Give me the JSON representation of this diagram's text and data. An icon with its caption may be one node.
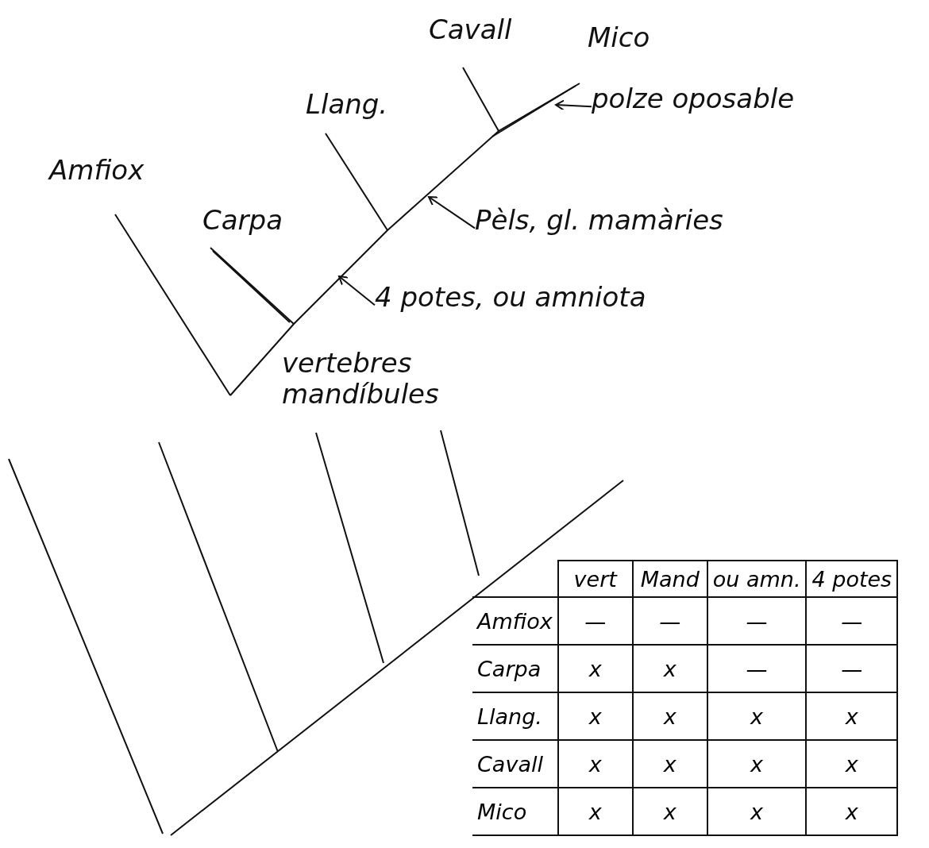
{
  "diagram": {
    "nodes": [
      {
        "text": [
          "polze oposable"
        ]
      },
      {
        "text": [
          "Pèls, gl. mamàries"
        ]
      },
      {
        "text": [
          "4 potes, ou amniota"
        ]
      }
    ],
    "edges": [
      {
        "from": 0,
        "to": null,
        "arrow": "to"
      },
      {
        "from": 1,
        "to": null,
        "arrow": "to"
      },
      {
        "from": 2,
        "to": null,
        "arrow": "to"
      }
    ],
    "labels": [
      "Cavall",
      "Mico",
      "Llang.",
      "Amfiox",
      "Carpa",
      "vertebres mandíbules",
      "vert",
      "Mand",
      "ou amn.",
      "4 potes",
      "Amfiox",
      "—",
      "—",
      "—",
      "—",
      "Carpa",
      "x",
      "x",
      "—",
      "—",
      "Llang.",
      "x",
      "x",
      "x",
      "x",
      "Cavall",
      "x",
      "x",
      "x",
      "x",
      "Mico",
      "x",
      "x",
      "x",
      "x"
    ]
  }
}
